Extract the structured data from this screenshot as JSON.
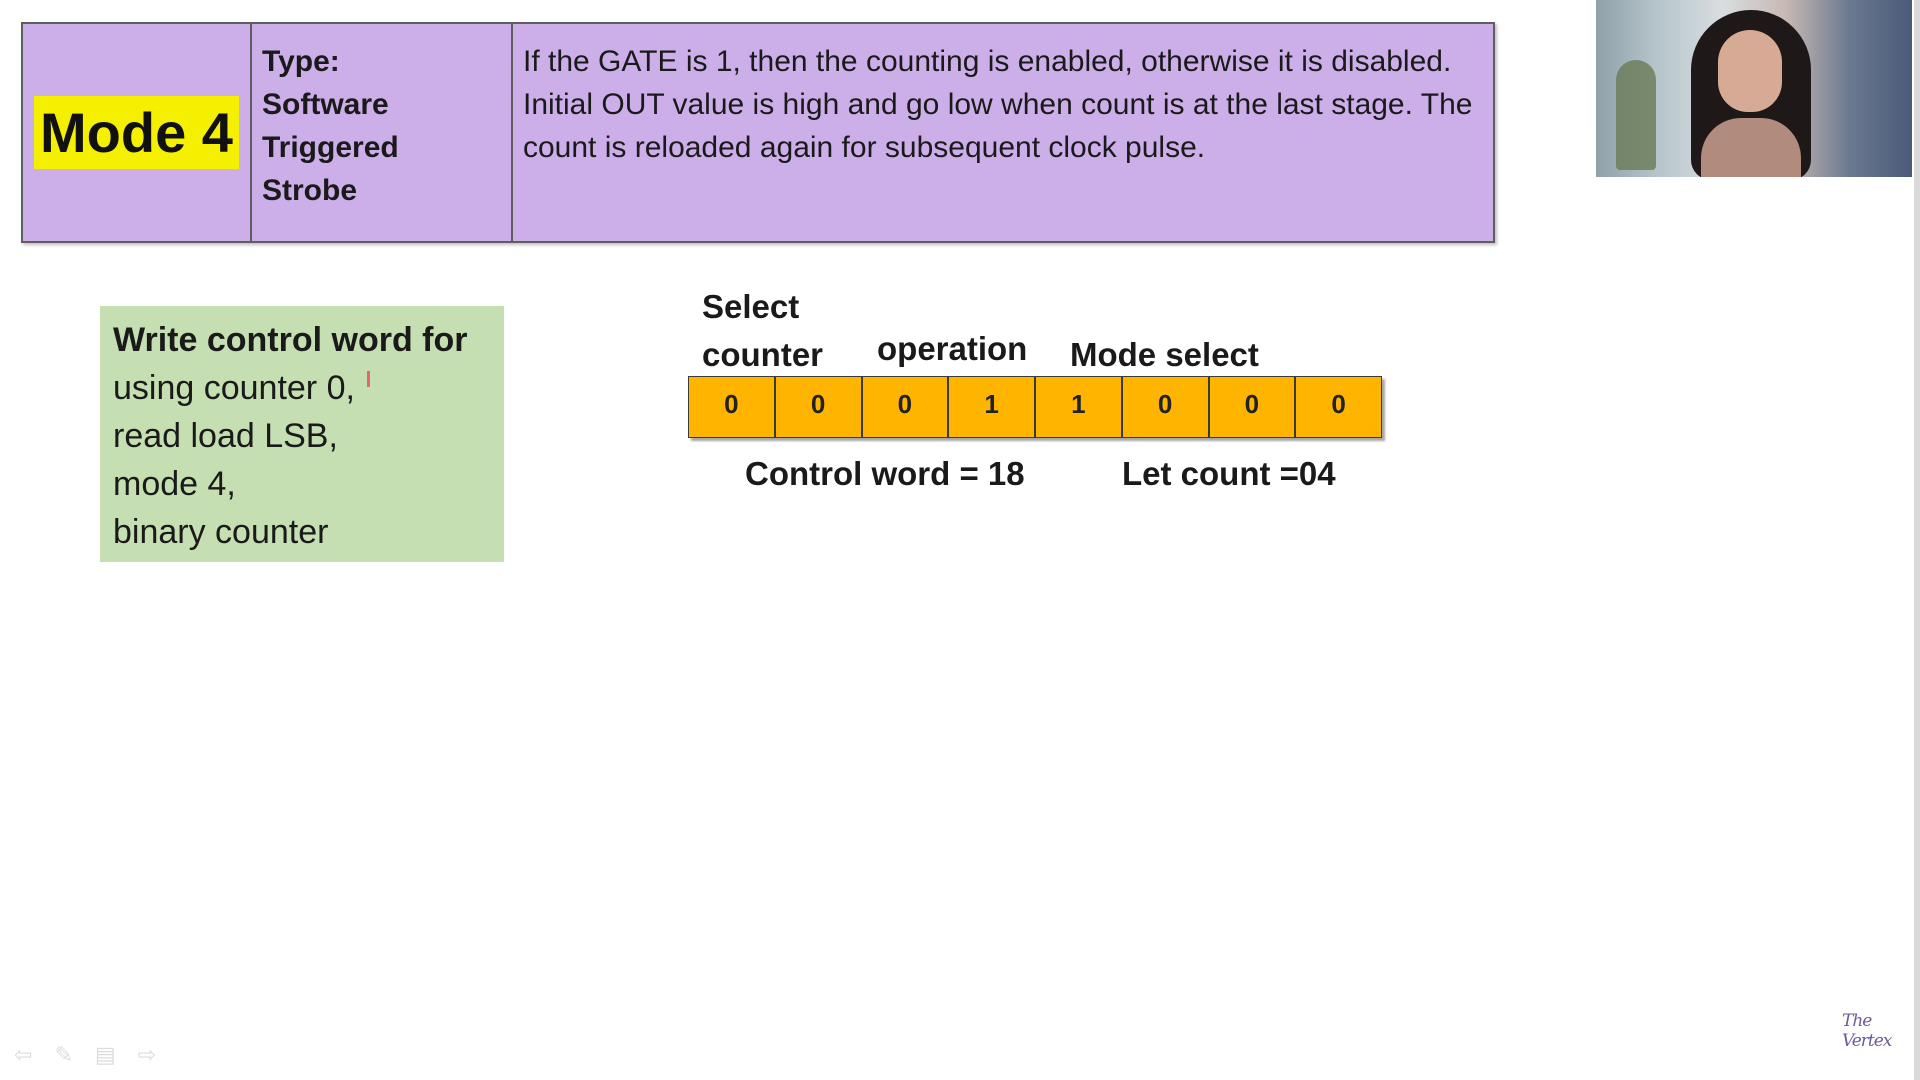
{
  "header": {
    "mode_label": "Mode 4",
    "type_lines": [
      "Type:",
      "Software",
      "Triggered",
      "Strobe"
    ],
    "description": "If the GATE is 1, then the counting is enabled, otherwise it is disabled. Initial OUT value is high and go low when count is at the last stage. The count is reloaded again for subsequent clock pulse.",
    "bg_color": "#ccaee9",
    "mode_highlight_color": "#f5f000"
  },
  "task": {
    "title": "Write control word for",
    "lines": [
      "using counter 0,",
      "read load LSB,",
      "mode 4,",
      "binary counter"
    ],
    "bg_color": "#c5dfb2"
  },
  "control_word": {
    "labels": {
      "select_line1": "Select",
      "select_line2": "counter",
      "operation": "operation",
      "mode_select": "Mode select"
    },
    "bits": [
      "0",
      "0",
      "0",
      "1",
      "1",
      "0",
      "0",
      "0"
    ],
    "bit_color": "#ffb400",
    "result_text": "Control word = 18",
    "count_text": "Let count =04"
  },
  "watermark": "The Vertex",
  "webcam": {
    "icon": "presenter-video-feed"
  }
}
